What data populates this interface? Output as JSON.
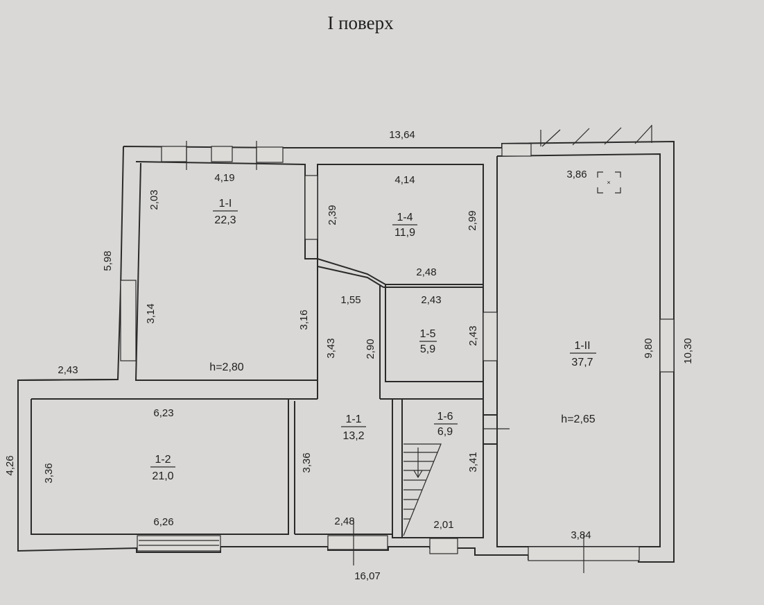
{
  "title": "І поверх",
  "rooms": [
    {
      "id": "1-I",
      "area": "22,3"
    },
    {
      "id": "1-4",
      "area": "11,9"
    },
    {
      "id": "1-5",
      "area": "5,9"
    },
    {
      "id": "1-II",
      "area": "37,7"
    },
    {
      "id": "1-2",
      "area": "21,0"
    },
    {
      "id": "1-1",
      "area": "13,2"
    },
    {
      "id": "1-6",
      "area": "6,9"
    }
  ],
  "heights": {
    "left": "h=2,80",
    "right": "h=2,65"
  },
  "dims": {
    "total_top": "13,64",
    "total_bottom": "16,07",
    "total_right": "10,30",
    "total_left": "4,26",
    "left_upper": "5,98",
    "step_left": "2,43",
    "r1I_top": "4,19",
    "r1I_left_a": "2,03",
    "r1I_left_b": "3,14",
    "r1I_right": "3,16",
    "r14_top": "4,14",
    "r14_left": "2,39",
    "r14_right": "2,99",
    "r14_bottom": "2,48",
    "r15_top": "2,43",
    "r15_right": "2,43",
    "r15_left": "2,90",
    "corr_top": "1,55",
    "corr_left": "3,43",
    "r11_left": "3,36",
    "r11_bottom": "2,48",
    "r12_top": "6,23",
    "r12_bottom": "6,26",
    "r12_left": "3,36",
    "r16_right": "3,41",
    "r16_bottom": "2,01",
    "r1II_top": "3,86",
    "r1II_right": "9,80",
    "r1II_bottom": "3,84"
  }
}
